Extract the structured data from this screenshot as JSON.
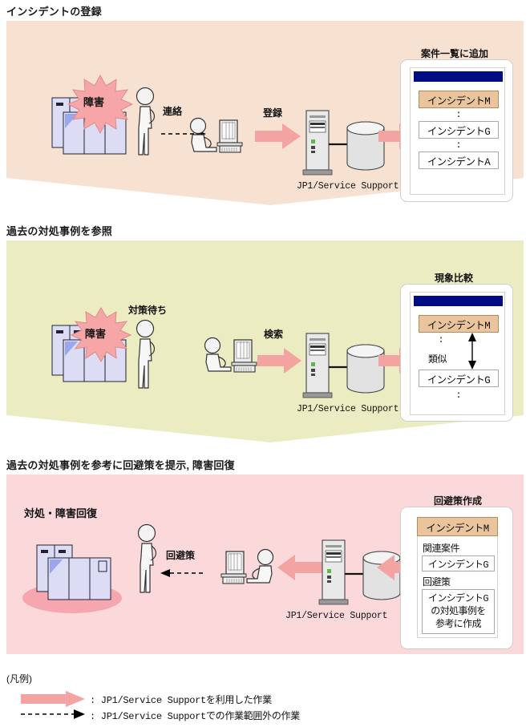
{
  "doc": {
    "title_note": "JP1/Service Support incident handling flow"
  },
  "colors": {
    "panel1_fill": "#f7e2d2",
    "panel2_fill": "#ececc2",
    "panel3_fill": "#fbd9da",
    "arrow_pink": "#f4a3a3",
    "highlight_tan": "#e9c49c",
    "titlebar_navy": "#000d80",
    "burst_pink": "#f6a6a6",
    "server_blue": "#dcdcf5",
    "floor_pink": "#f6a6ae"
  },
  "sections": [
    {
      "id": "register",
      "title": "インシデントの登録",
      "shape": "chevron",
      "server_label": "障害",
      "flow_label_1": "連絡",
      "flow_label_2": "登録",
      "system_label": "JP1/Service Support",
      "card_title": "案件一覧に追加",
      "card_rows": [
        {
          "text": "インシデントM",
          "highlight": true
        },
        {
          "text": ":",
          "separator": true
        },
        {
          "text": "インシデントG",
          "highlight": false
        },
        {
          "text": ":",
          "separator": true
        },
        {
          "text": "インシデントA",
          "highlight": false
        }
      ]
    },
    {
      "id": "reference",
      "title": "過去の対処事例を参照",
      "shape": "chevron",
      "server_label": "障害",
      "person_label": "対策待ち",
      "flow_label_1": "検索",
      "system_label": "JP1/Service Support",
      "card_title": "現象比較",
      "similar_label": "類似",
      "card_rows": [
        {
          "text": "インシデントM",
          "highlight": true
        },
        {
          "text": ":",
          "separator": true
        },
        {
          "text": "インシデントG",
          "highlight": false
        },
        {
          "text": ":",
          "separator": true
        }
      ]
    },
    {
      "id": "recover",
      "title": "過去の対処事例を参考に回避策を提示, 障害回復",
      "shape": "rect",
      "recover_label": "対処・障害回復",
      "flow_label_1": "回避策",
      "system_label": "JP1/Service Support",
      "card_title": "回避策作成",
      "card_header": "インシデントM",
      "field1_label": "関連案件",
      "field1_value": "インシデントG",
      "field2_label": "回避策",
      "field2_lines": [
        "インシデントG",
        "の対処事例を",
        "参考に作成"
      ]
    }
  ],
  "legend": {
    "title": "(凡例)",
    "items": [
      {
        "marker": "solid-pink-arrow",
        "text": ": JP1/Service Supportを利用した作業"
      },
      {
        "marker": "dashed-black-arrow",
        "text": ": JP1/Service Supportでの作業範囲外の作業"
      }
    ]
  }
}
